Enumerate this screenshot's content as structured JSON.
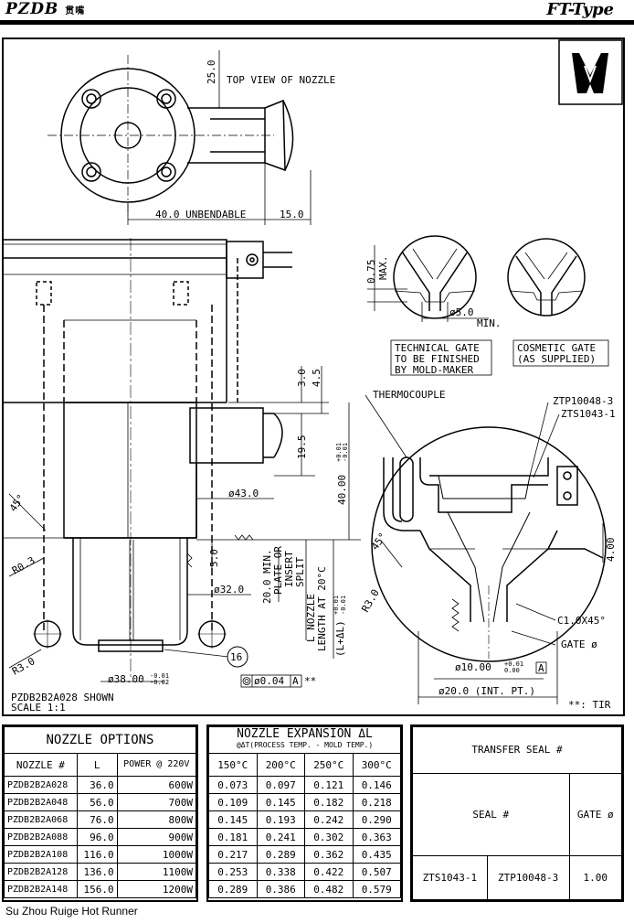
{
  "header": {
    "brand": "PZDB",
    "brand_cn": "贯嘴",
    "type": "FT-Type"
  },
  "drawing": {
    "top_view_label": "TOP VIEW OF NOZZLE",
    "dim_25": "25.0",
    "dim_40_unbendable": "40.0 UNBENDABLE",
    "dim_15": "15.0",
    "dim_075": "0.75",
    "max": "MAX.",
    "dim_phi5": "ø5.0",
    "min": "MIN.",
    "technical_gate": [
      "TECHNICAL GATE",
      "TO BE FINISHED",
      "BY MOLD-MAKER"
    ],
    "cosmetic_gate": [
      "COSMETIC GATE",
      "(AS SUPPLIED)"
    ],
    "dim_3": "3.0",
    "dim_45": "4.5",
    "thermocouple": "THERMOCOUPLE",
    "ztp": "ZTP10048-3",
    "zts": "ZTS1043-1",
    "dim_195": "19.5",
    "dim_40": "40.00",
    "tol_40": [
      "+0.01",
      "-0.01"
    ],
    "angle_45": "45°",
    "dim_phi43": "ø43.0",
    "r03": "R0.3",
    "dim_5": "5.0",
    "plate_split": [
      "20.0 MIN.",
      "PLATE OR",
      "INSERT",
      "SPLIT"
    ],
    "dim_phi32": "ø32.0",
    "l_nozzle": [
      "L NOZZLE",
      "LENGTH AT 20°C"
    ],
    "l_delta": "(L+ΔL)",
    "tol_l": [
      "+0.01",
      "-0.01"
    ],
    "dim_4": "4.00",
    "r3": "R3.0",
    "c1": "C1.0X45°",
    "gate_phi": "GATE ø",
    "balloon": "16",
    "dim_phi10": "ø10.00",
    "tol_10": [
      "+0.01",
      "0.00"
    ],
    "datum_a": "A",
    "dim_phi38": "ø38.00",
    "tol_38": [
      "-0.01",
      "-0.02"
    ],
    "concentricity": "ø0.04",
    "tir_mark": "**",
    "dim_phi20": "ø20.0 (INT. PT.)",
    "shown": "PZDB2B2A028  SHOWN",
    "scale": "SCALE 1:1",
    "tir_note": "**: TIR"
  },
  "nozzle_options": {
    "title": "NOZZLE OPTIONS",
    "headers": [
      "NOZZLE #",
      "L",
      "POWER @ 220V"
    ],
    "rows": [
      [
        "PZDB2B2A028",
        "36.0",
        "600W"
      ],
      [
        "PZDB2B2A048",
        "56.0",
        "700W"
      ],
      [
        "PZDB2B2A068",
        "76.0",
        "800W"
      ],
      [
        "PZDB2B2A088",
        "96.0",
        "900W"
      ],
      [
        "PZDB2B2A108",
        "116.0",
        "1000W"
      ],
      [
        "PZDB2B2A128",
        "136.0",
        "1100W"
      ],
      [
        "PZDB2B2A148",
        "156.0",
        "1200W"
      ]
    ]
  },
  "expansion": {
    "title": "NOZZLE EXPANSION ΔL",
    "subtitle": "@ΔT(PROCESS TEMP. - MOLD TEMP.)",
    "headers": [
      "150°C",
      "200°C",
      "250°C",
      "300°C"
    ],
    "rows": [
      [
        "0.073",
        "0.097",
        "0.121",
        "0.146"
      ],
      [
        "0.109",
        "0.145",
        "0.182",
        "0.218"
      ],
      [
        "0.145",
        "0.193",
        "0.242",
        "0.290"
      ],
      [
        "0.181",
        "0.241",
        "0.302",
        "0.363"
      ],
      [
        "0.217",
        "0.289",
        "0.362",
        "0.435"
      ],
      [
        "0.253",
        "0.338",
        "0.422",
        "0.507"
      ],
      [
        "0.289",
        "0.386",
        "0.482",
        "0.579"
      ]
    ]
  },
  "transfer_seal": {
    "title": "TRANSFER SEAL #",
    "seal_header": "SEAL #",
    "gate_header": "GATE ø",
    "row": [
      "ZTS1043-1",
      "ZTP10048-3",
      "1.00"
    ]
  },
  "footer": "Su Zhou Ruige Hot Runner"
}
